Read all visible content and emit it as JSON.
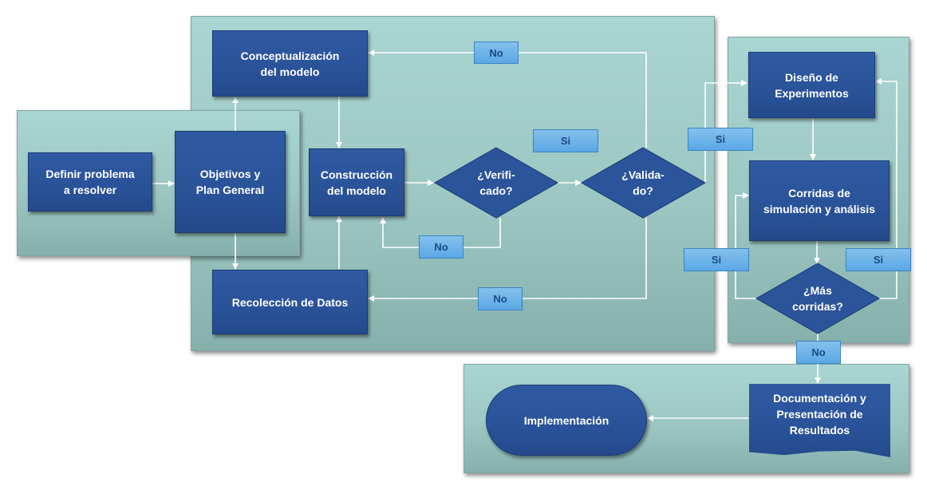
{
  "nodes": {
    "definir": "Definir problema\na resolver",
    "objetivos": "Objetivos y\nPlan General",
    "conceptualizacion": "Conceptualización\ndel modelo",
    "construccion": "Construcción\ndel modelo",
    "verificado": "¿Verifi-\ncado?",
    "validado": "¿Valida-\ndo?",
    "recoleccion": "Recolección de Datos",
    "diseno": "Diseño de\nExperimentos",
    "corridas": "Corridas de\nsimulación y análisis",
    "mas_corridas": "¿Más\ncorridas?",
    "documentacion": "Documentación y\nPresentación de\nResultados",
    "implementacion": "Implementación"
  },
  "tags": {
    "no_conceptualizacion": "No",
    "si_validado": "Si",
    "no_verificado": "No",
    "no_recoleccion": "No",
    "si_diseno": "Si",
    "si_corridas_left": "Si",
    "si_corridas_right": "Si",
    "no_mas_corridas": "No"
  },
  "colors": {
    "panel": "#a3cfcc",
    "box": "#2b549a",
    "tag": "#6cb2ea",
    "arrow": "#ffffff"
  }
}
